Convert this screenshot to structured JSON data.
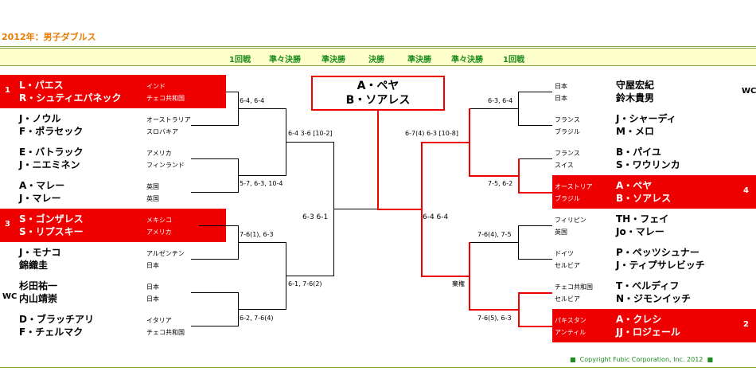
{
  "title": "2012年：男子ダブルス",
  "rounds": [
    "1回戦",
    "準々決勝",
    "準決勝",
    "決勝",
    "準決勝",
    "準々決勝",
    "1回戦"
  ],
  "champion": [
    "A・ペヤ",
    "B・ソアレス"
  ],
  "left_teams": [
    {
      "p1": "L・パエス",
      "p2": "R・シュティエパネック",
      "c1": "インド",
      "c2": "チェコ共和国",
      "seed": "1"
    },
    {
      "p1": "J・ノウル",
      "p2": "F・ポラセック",
      "c1": "オーストラリア",
      "c2": "スロバキア",
      "seed": ""
    },
    {
      "p1": "E・バトラック",
      "p2": "J・ニエミネン",
      "c1": "アメリカ",
      "c2": "フィンランド",
      "seed": ""
    },
    {
      "p1": "A・マレー",
      "p2": "J・マレー",
      "c1": "英国",
      "c2": "英国",
      "seed": ""
    },
    {
      "p1": "S・ゴンザレス",
      "p2": "S・リプスキー",
      "c1": "メキシコ",
      "c2": "アメリカ",
      "seed": "3"
    },
    {
      "p1": "J・モナコ",
      "p2": "錦織圭",
      "c1": "アルゼンチン",
      "c2": "日本",
      "seed": ""
    },
    {
      "p1": "杉田祐一",
      "p2": "内山靖崇",
      "c1": "日本",
      "c2": "日本",
      "seed": "WC"
    },
    {
      "p1": "D・ブラッチアリ",
      "p2": "F・チェルマク",
      "c1": "イタリア",
      "c2": "チェコ共和国",
      "seed": ""
    }
  ],
  "right_teams": [
    {
      "p1": "守屋宏紀",
      "p2": "鈴木貴男",
      "c1": "日本",
      "c2": "日本",
      "seed": "WC"
    },
    {
      "p1": "J・シャーディ",
      "p2": "M・メロ",
      "c1": "フランス",
      "c2": "ブラジル",
      "seed": ""
    },
    {
      "p1": "B・パイユ",
      "p2": "S・ワウリンカ",
      "c1": "フランス",
      "c2": "スイス",
      "seed": ""
    },
    {
      "p1": "A・ペヤ",
      "p2": "B・ソアレス",
      "c1": "オーストリア",
      "c2": "ブラジル",
      "seed": "4"
    },
    {
      "p1": "TH・フェイ",
      "p2": "Jo・マレー",
      "c1": "フィリピン",
      "c2": "英国",
      "seed": ""
    },
    {
      "p1": "P・ペッツシュナー",
      "p2": "J・ティプサレビッチ",
      "c1": "ドイツ",
      "c2": "セルビア",
      "seed": ""
    },
    {
      "p1": "T・ベルディフ",
      "p2": "N・ジモンイッチ",
      "c1": "チェコ共和国",
      "c2": "セルビア",
      "seed": ""
    },
    {
      "p1": "A・クレシ",
      "p2": "JJ・ロジェール",
      "c1": "パキスタン",
      "c2": "アンティル",
      "seed": "2"
    }
  ],
  "scores": {
    "l_r1_1": "6-4, 6-4",
    "l_r1_2": "5-7, 6-3, 10-4",
    "l_r1_3": "7-6(1), 6-3",
    "l_r1_4": "6-2, 7-6(4)",
    "l_qf_1": "6-4 3-6 [10-2]",
    "l_qf_2": "6-1, 7-6(2)",
    "l_sf": "6-3 6-1",
    "r_r1_1": "6-3, 6-4",
    "r_r1_2": "7-5, 6-2",
    "r_r1_3": "7-6(4), 7-5",
    "r_r1_4": "7-6(5), 6-3",
    "r_qf_1": "6-7(4) 6-3 [10-8]",
    "r_qf_2": "棄権",
    "r_sf": "6-4 6-4"
  },
  "copyright": "Copyright  Fubic Corporation, Inc. 2012",
  "colors": {
    "accent": "#ee0000",
    "title": "#e87b00",
    "green": "#1e8c1e",
    "bar": "#ffffcc"
  }
}
